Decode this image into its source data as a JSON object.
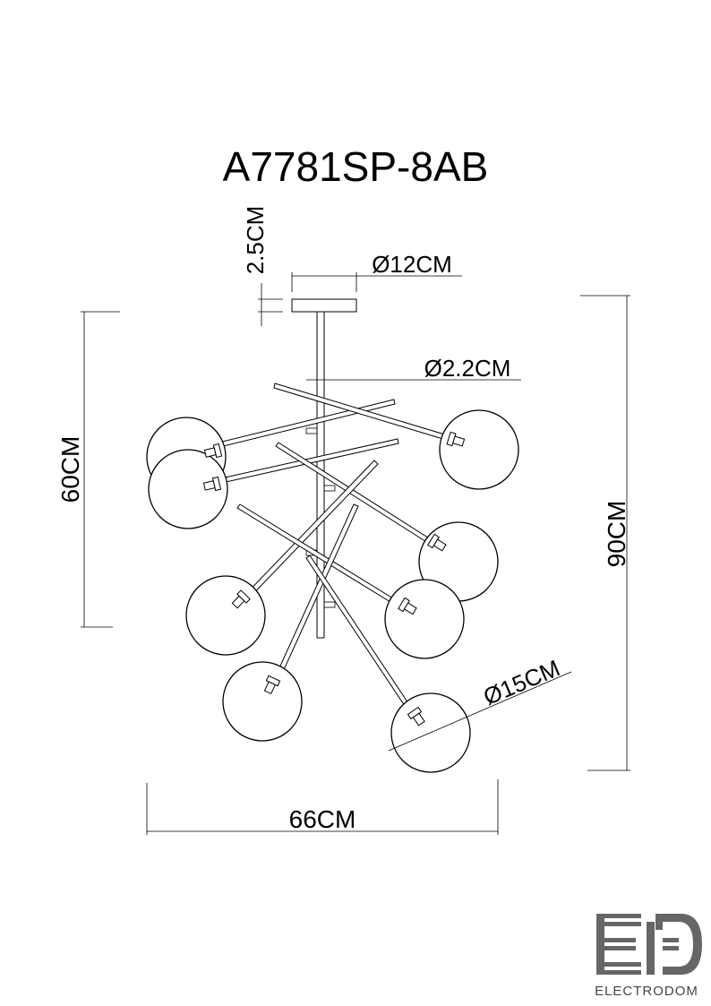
{
  "model_code": "A7781SP-8AB",
  "dimensions": {
    "canopy_height": "2.5CM",
    "canopy_diameter": "Ø12CM",
    "rod_diameter": "Ø2.2CM",
    "body_height": "60CM",
    "total_height": "90CM",
    "shade_diameter": "Ø15CM",
    "width": "66CM"
  },
  "brand": {
    "logo_letters": "ED",
    "name": "ELECTRODOM"
  },
  "colors": {
    "line": "#000000",
    "logo": "#555555",
    "background": "#ffffff"
  }
}
